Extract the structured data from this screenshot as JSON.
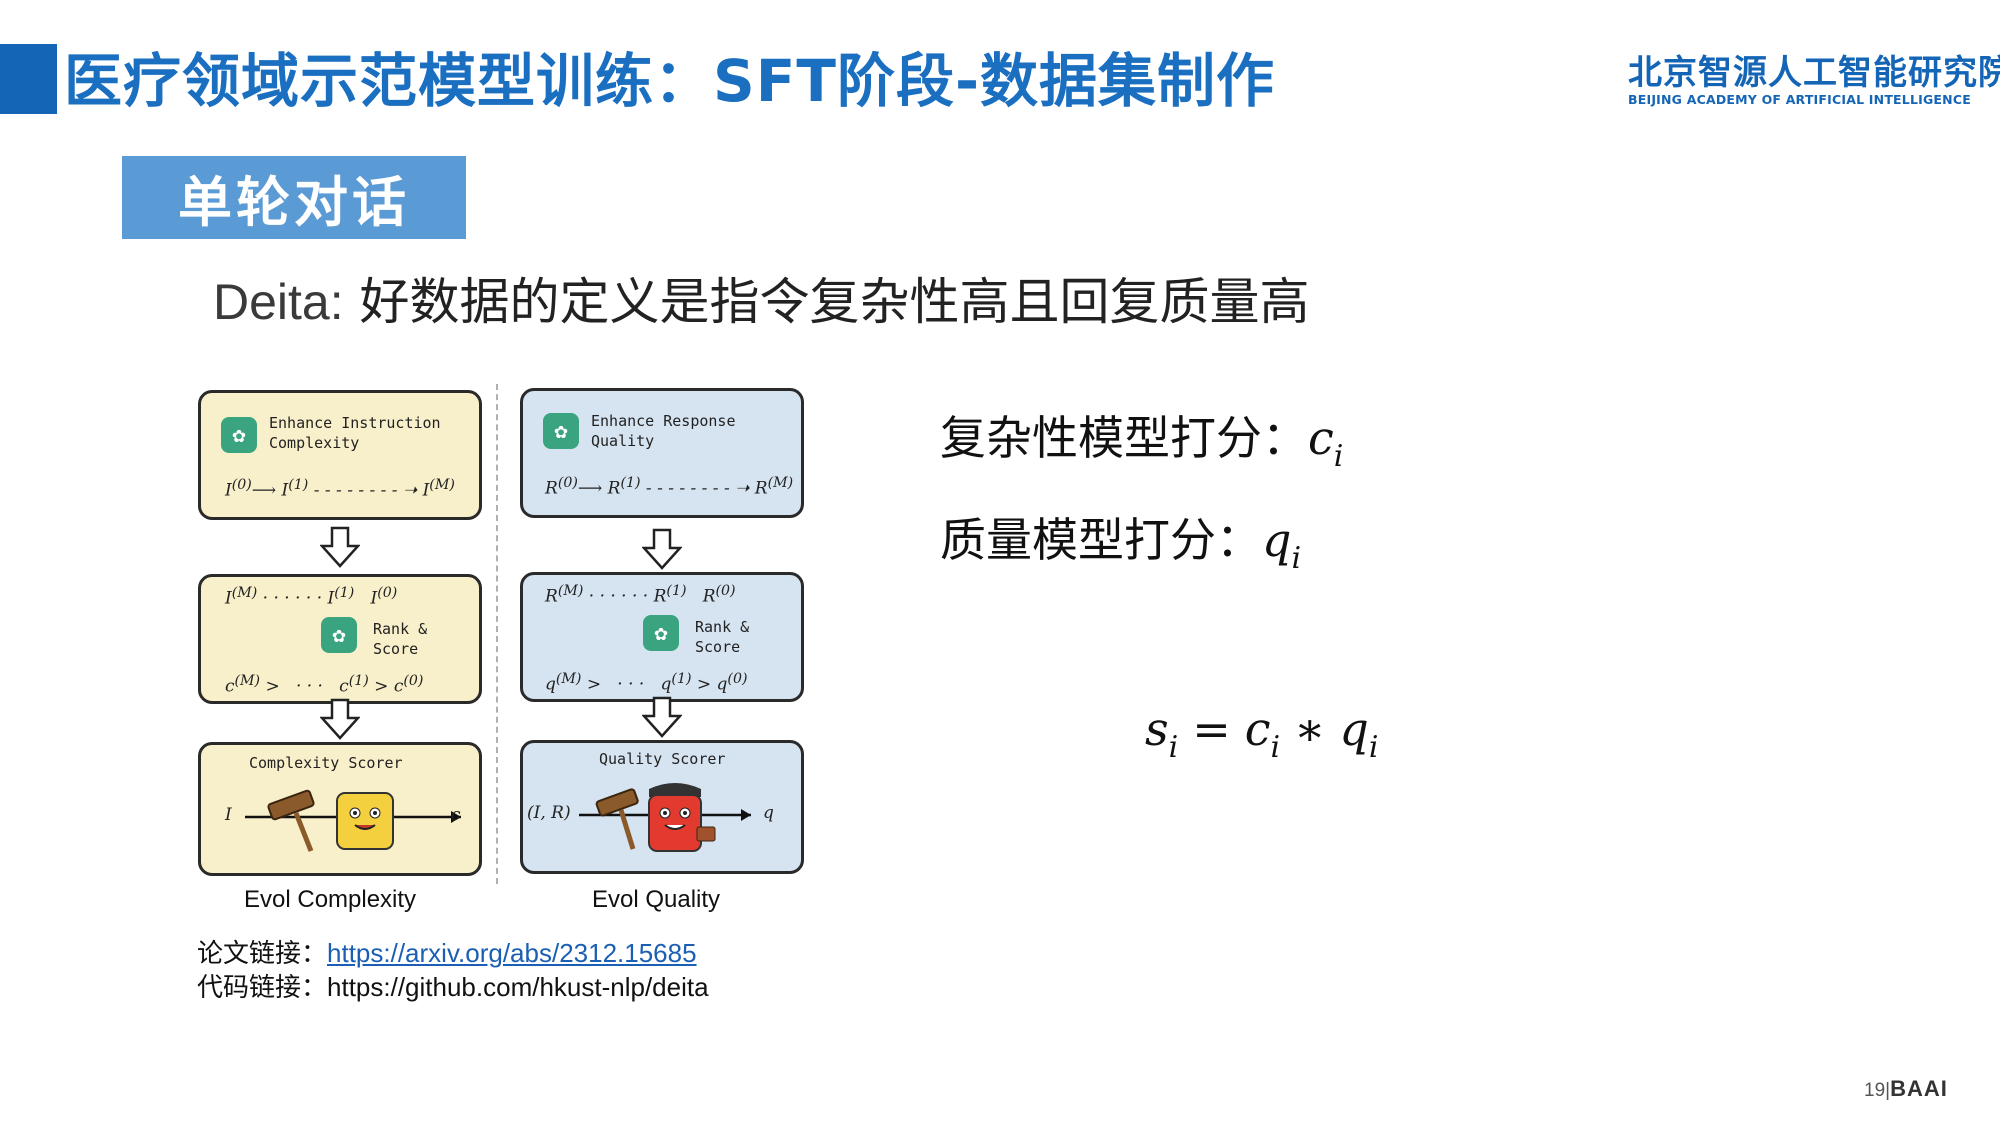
{
  "slide": {
    "title": "医疗领域示范模型训练：SFT阶段-数据集制作",
    "section_tag": "单轮对话",
    "subtitle_lead": "Deita:",
    "subtitle_rest": " 好数据的定义是指令复杂性高且回复质量高"
  },
  "logo": {
    "cn": "北京智源人工智能研究院",
    "en": "BEIJING ACADEMY OF ARTIFICIAL INTELLIGENCE"
  },
  "figure": {
    "left": {
      "enhance_label_1": "Enhance Instruction",
      "enhance_label_2": "Complexity",
      "rank_label_1": "Rank &",
      "rank_label_2": "Score",
      "scorer_title": "Complexity Scorer",
      "input_symbol": "I",
      "output_symbol": "c",
      "caption": "Evol Complexity"
    },
    "right": {
      "enhance_label_1": "Enhance Response",
      "enhance_label_2": "Quality",
      "rank_label_1": "Rank &",
      "rank_label_2": "Score",
      "scorer_title": "Quality Scorer",
      "input_symbol": "(I, R)",
      "output_symbol": "q",
      "caption": "Evol Quality"
    }
  },
  "links": {
    "paper_label": "论文链接：",
    "paper_url": "https://arxiv.org/abs/2312.15685",
    "code_label": "代码链接：",
    "code_url": "https://github.com/hkust-nlp/deita"
  },
  "metrics": {
    "complexity_label": "复杂性模型打分：",
    "complexity_symbol": "c",
    "quality_label": "质量模型打分：",
    "quality_symbol": "q",
    "subscript": "i",
    "formula_s": "s",
    "formula_c": "c",
    "formula_q": "q",
    "formula_eq": "=",
    "formula_times": "∗"
  },
  "footer": {
    "page_number": "19",
    "separator": "|",
    "brand": "BAAI"
  }
}
